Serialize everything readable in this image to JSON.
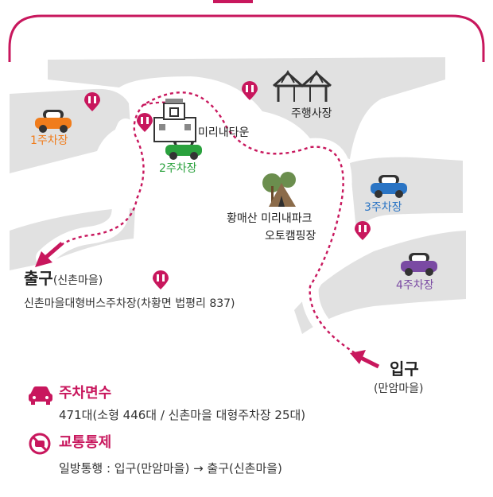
{
  "map": {
    "places": {
      "parking1": "1주차장",
      "parking2": "2주차장",
      "parking3": "3주차장",
      "parking4": "4주차장",
      "mirinae_town": "미리내타운",
      "driving_range": "주행사장",
      "camp_line1": "황매산 미리내파크",
      "camp_line2": "오토캠핑장"
    },
    "exit": {
      "label": "출구",
      "sub": "(신촌마을)",
      "desc": "신촌마을대형버스주차장(차황면 법평리 837)"
    },
    "entrance": {
      "label": "입구",
      "sub": "(만암마을)"
    }
  },
  "info": {
    "parking": {
      "heading": "주차면수",
      "text": "471대(소형 446대 / 신촌마을 대형주차장 25대)"
    },
    "traffic": {
      "heading": "교통통제",
      "text": "일방통행 : 입구(만암마을) → 출구(신촌마을)"
    }
  },
  "colors": {
    "accent": "#c8175d",
    "road": "#e1e1e1",
    "p1": "#f07c1b",
    "p2": "#2aa13d",
    "p3": "#2a74c4",
    "p4": "#7a4aa3"
  }
}
